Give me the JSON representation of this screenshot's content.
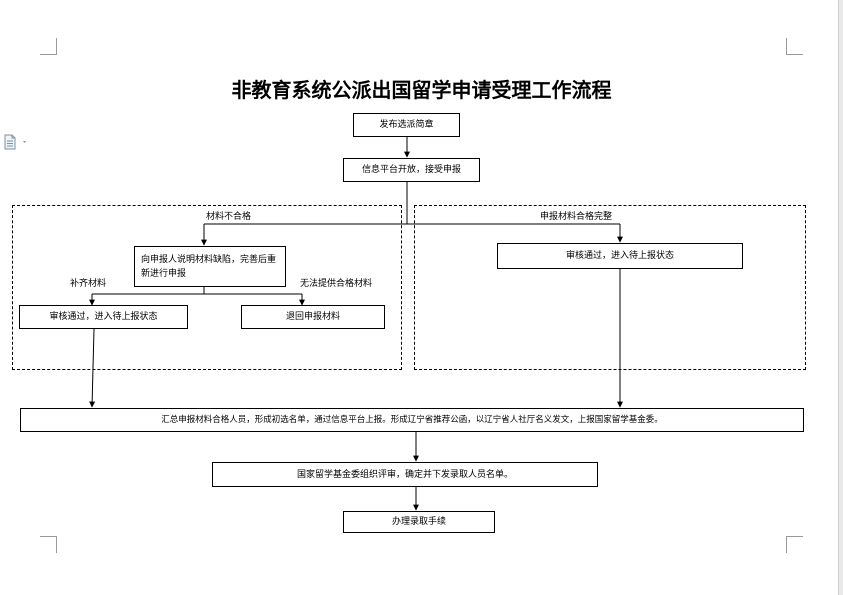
{
  "title": "非教育系统公派出国留学申请受理工作流程",
  "nodes": {
    "publish": "发布选派简章",
    "open_platform": "信息平台开放，接受申报",
    "notify_applicant": "向申报人说明材料缺陷，完善后重新进行申报",
    "left_review": "审核通过，进入待上报状态",
    "return_materials": "退回申报材料",
    "right_review": "审核通过，进入待上报状态",
    "summarize": "汇总申报材料合格人员，形成初选名单，通过信息平台上报。形成辽宁省推荐公函，以辽宁省人社厅名义发文，上报国家留学基金委。",
    "csc_review": "国家留学基金委组织评审，确定并下发录取人员名单。",
    "admission": "办理录取手续"
  },
  "labels": {
    "unqualified": "材料不合格",
    "qualified": "申报材料合格完整",
    "supplement": "补齐材料",
    "cannot_provide": "无法提供合格材料"
  },
  "icons": {
    "doc": "document-icon"
  }
}
